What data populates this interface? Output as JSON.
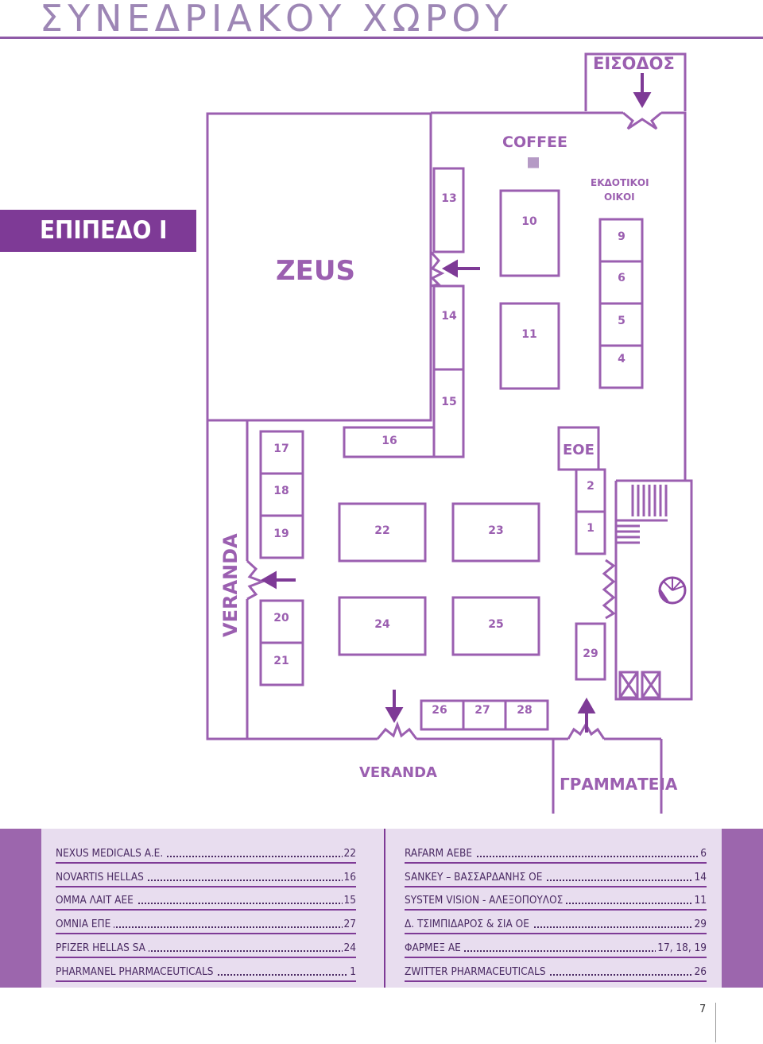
{
  "header": {
    "title": "ΣΥΝΕΔΡΙΑΚΟΥ ΧΩΡΟΥ"
  },
  "level": {
    "label": "ΕΠΙΠΕΔΟ Ι"
  },
  "colors": {
    "accent": "#7e3a96",
    "plan_line": "#9b5fb0",
    "band": "#e8ddef",
    "band_side": "#9c66ad"
  },
  "plan": {
    "entrance": "ΕΙΣΟΔΟΣ",
    "coffee": "COFFEE",
    "publishers": [
      "ΕΚΔΟΤΙΚΟΙ",
      "ΟΙΚΟΙ"
    ],
    "zeus": "ZEUS",
    "veranda_side": "VERANDA",
    "veranda_bottom": "VERANDA",
    "secretariat": "ΓΡΑΜΜΑΤΕΙΑ",
    "eoe": "ΕΟΕ",
    "booths": [
      "1",
      "2",
      "4",
      "5",
      "6",
      "9",
      "10",
      "11",
      "13",
      "14",
      "15",
      "16",
      "17",
      "18",
      "19",
      "20",
      "21",
      "22",
      "23",
      "24",
      "25",
      "26",
      "27",
      "28",
      "29"
    ]
  },
  "legend": {
    "left": [
      {
        "name": "NEXUS MEDICALS A.E.",
        "stand": "22"
      },
      {
        "name": "NOVARTIS HELLAS",
        "stand": "16"
      },
      {
        "name": "ΟΜΜΑ ΛΑΙΤ ΑΕΕ",
        "stand": "15"
      },
      {
        "name": "ΟΜΝΙΑ ΕΠΕ",
        "stand": "27"
      },
      {
        "name": "PFIZER HELLAS SA",
        "stand": "24"
      },
      {
        "name": "PHARMANEL PHARMACEUTICALS",
        "stand": "1"
      }
    ],
    "right": [
      {
        "name": "RAFARM AEBE",
        "stand": "6"
      },
      {
        "name": "SANKEY – ΒΑΣΣΑΡΔΑΝΗΣ ΟΕ",
        "stand": "14"
      },
      {
        "name": "SYSTEM VISION - ΑΛΕΞΟΠΟΥΛΟΣ",
        "stand": "11"
      },
      {
        "name": "Δ. ΤΣΙΜΠΙΔΑΡΟΣ & ΣΙΑ ΟΕ",
        "stand": "29"
      },
      {
        "name": "ΦΑΡΜΕΞ ΑΕ",
        "stand": "17, 18, 19"
      },
      {
        "name": "ZWITTER PHARMACEUTICALS",
        "stand": "26"
      }
    ]
  },
  "page": {
    "number": "7"
  }
}
